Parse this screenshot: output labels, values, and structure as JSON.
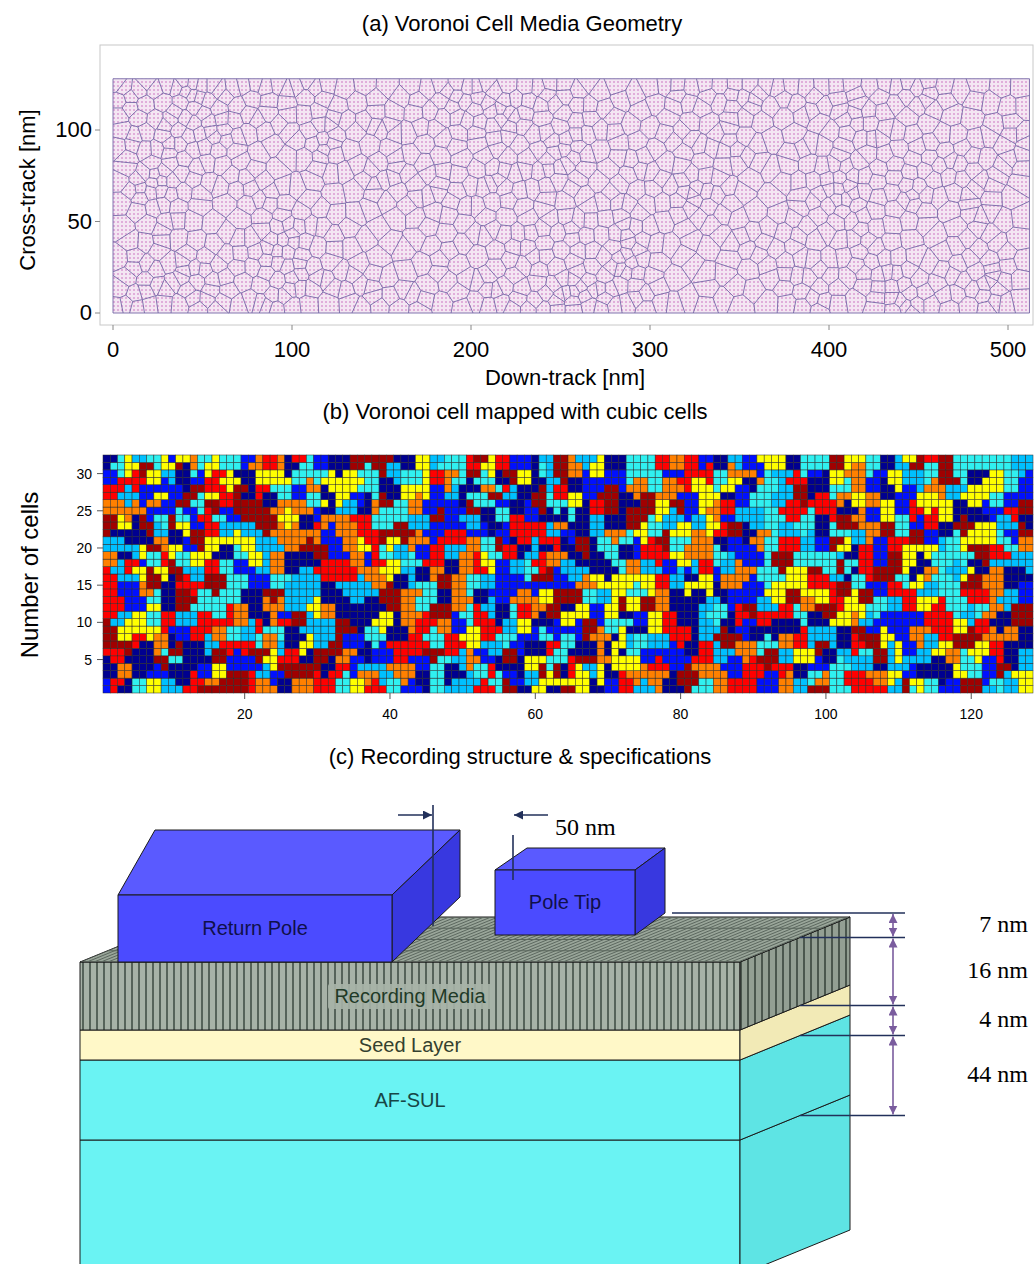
{
  "diagram": {
    "nodes": [
      {
        "text": [
          "Return Pole"
        ]
      },
      {
        "text": [
          "Pole Tip"
        ]
      },
      {
        "text": [
          "Recording Media"
        ]
      },
      {
        "text": [
          "Seed Layer"
        ]
      },
      {
        "text": [
          "AF-SUL"
        ]
      }
    ],
    "labels": [
      "(a) Voronoi Cell Media Geometry",
      "Cross-track [nm]",
      "100",
      "50",
      "0",
      "0",
      "100",
      "200",
      "300",
      "400",
      "500",
      "Down-track [nm]",
      "(b) Voronoi cell mapped with cubic cells",
      "Number of cells",
      "30",
      "25",
      "20",
      "15",
      "10",
      "5",
      "20",
      "40",
      "60",
      "80",
      "100",
      "120",
      "(c) Recording structure & specifications",
      "50 nm",
      "7 nm",
      "16 nm",
      "4 nm",
      "44 nm"
    ]
  }
}
